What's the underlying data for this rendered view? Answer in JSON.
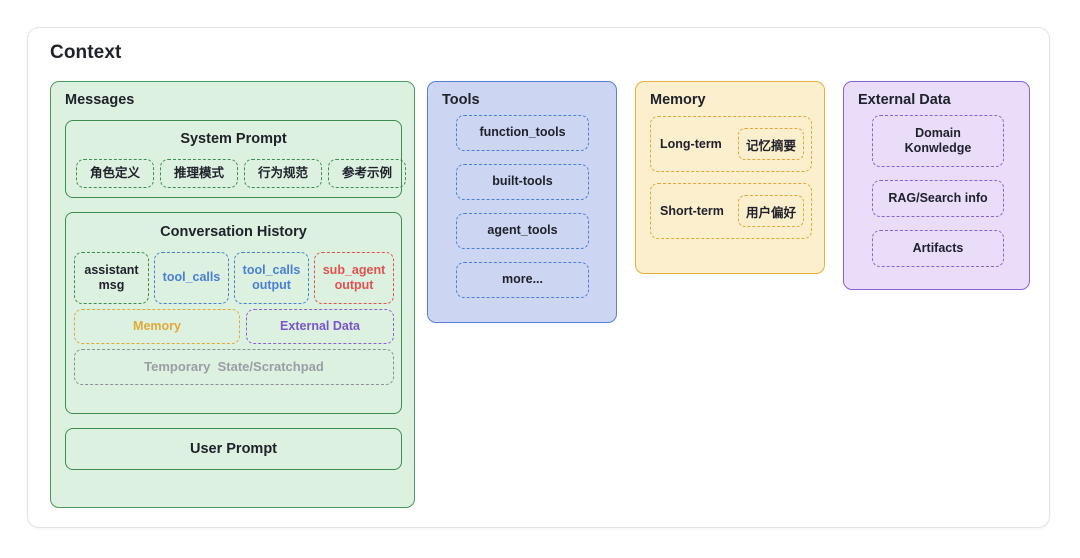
{
  "card": {
    "title": "Context"
  },
  "messages": {
    "title": "Messages",
    "system_prompt": {
      "title": "System Prompt",
      "chips": [
        {
          "label": "角色定义"
        },
        {
          "label": "推理模式"
        },
        {
          "label": "行为规范"
        },
        {
          "label": "参考示例"
        }
      ]
    },
    "conversation_history": {
      "title": "Conversation History",
      "row1": [
        {
          "label": "assistant\nmsg",
          "line1": "assistant",
          "line2": "msg"
        },
        {
          "label": "tool_calls",
          "line1": "tool_calls",
          "line2": ""
        },
        {
          "label": "tool_calls output",
          "line1": "tool_calls",
          "line2": "output"
        },
        {
          "label": "sub_agent output",
          "line1": "sub_agent",
          "line2": "output"
        }
      ],
      "row2": [
        {
          "label": "Memory"
        },
        {
          "label": "External Data"
        }
      ],
      "row3": [
        {
          "label": "Temporary  State/Scratchpad"
        }
      ]
    },
    "user_prompt": {
      "title": "User Prompt"
    }
  },
  "tools": {
    "title": "Tools",
    "items": [
      {
        "label": "function_tools"
      },
      {
        "label": "built-tools"
      },
      {
        "label": "agent_tools"
      },
      {
        "label": "more..."
      }
    ]
  },
  "memory": {
    "title": "Memory",
    "rows": [
      {
        "label": "Long-term",
        "chip": "记忆摘要"
      },
      {
        "label": "Short-term",
        "chip": "用户偏好"
      }
    ]
  },
  "external": {
    "title": "External Data",
    "items": [
      {
        "label": "Domain Konwledge",
        "line1": "Domain",
        "line2": "Konwledge"
      },
      {
        "label": "RAG/Search info",
        "line1": "RAG/Search info",
        "line2": ""
      },
      {
        "label": "Artifacts",
        "line1": "Artifacts",
        "line2": ""
      }
    ]
  },
  "colors": {
    "green_border": "#3f8c53",
    "green_fill": "#ddf1e0",
    "blue_border": "#4a7fd4",
    "blue_fill": "#ccd6f2",
    "amber_border": "#e0a93a",
    "amber_fill": "#fcefcd",
    "purple_border": "#8a63d2",
    "purple_fill": "#e9ddfa",
    "red_border": "#e05252",
    "gray_border": "#8d8f98"
  }
}
